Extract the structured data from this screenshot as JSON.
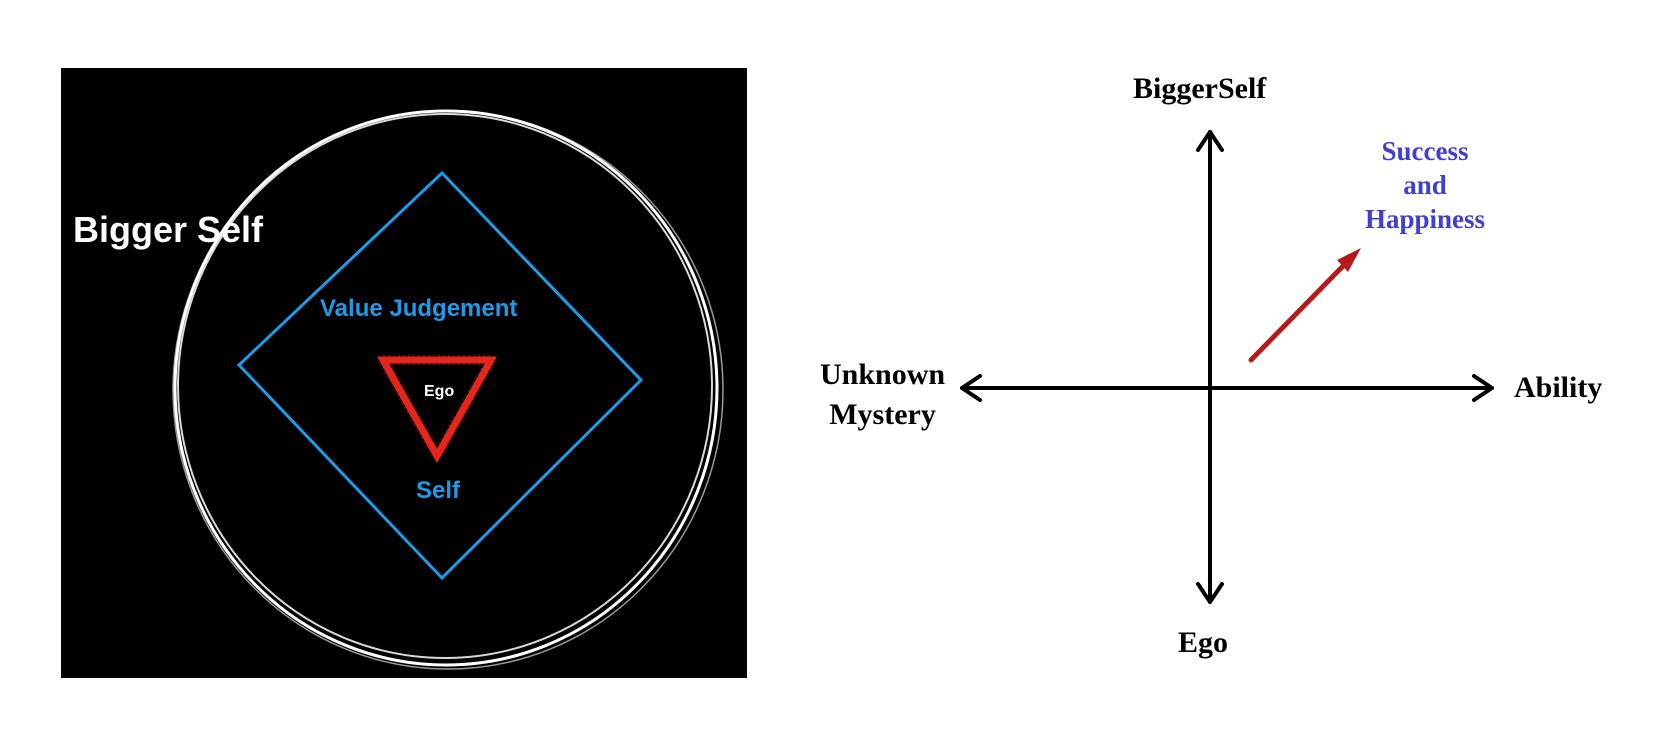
{
  "left_diagram": {
    "outer_label": "Bigger Self",
    "diamond_label": "Value Judgement",
    "triangle_label": "Ego",
    "inner_label": "Self",
    "colors": {
      "background": "#000000",
      "circle": "#ffffff",
      "diamond": "#1e9be8",
      "triangle": "#e3271c",
      "text_white": "#ffffff",
      "text_blue": "#1e9be8"
    }
  },
  "right_diagram": {
    "axis_top": "BiggerSelf",
    "axis_bottom": "Ego",
    "axis_left": [
      "Unknown",
      "Mystery"
    ],
    "axis_right": "Ability",
    "arrow_label": [
      "Success",
      "and",
      "Happiness"
    ],
    "colors": {
      "axes": "#000000",
      "arrow": "#b51a1a",
      "arrow_label": "#3f3fd0"
    }
  }
}
